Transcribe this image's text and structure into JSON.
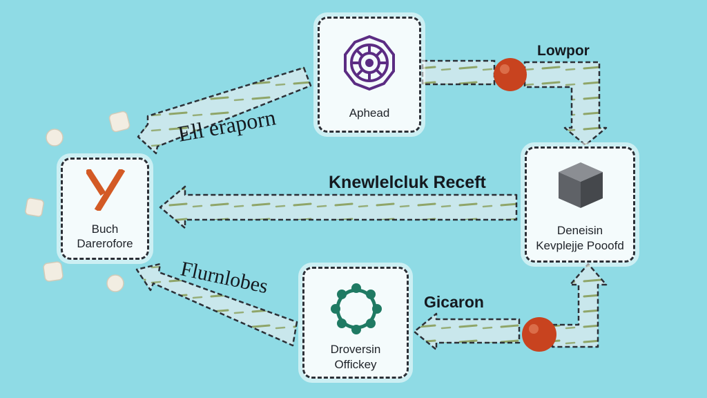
{
  "nodes": {
    "buch": {
      "line1": "Buch",
      "line2": "Darerofore"
    },
    "aphead": {
      "label": "Aphead"
    },
    "deneisin": {
      "line1": "Deneisin",
      "line2": "Kevplejje Pooofd"
    },
    "droversin": {
      "line1": "Droversin",
      "line2": "Offickey"
    }
  },
  "edge_labels": {
    "eraporn": "Ell eraporn",
    "lowpor": "Lowpor",
    "knowledge": "Knewlelcluk Receft",
    "flurnlobes": "Flurnlobes",
    "gicaron": "Gicaron"
  },
  "colors": {
    "background": "#8fdbe5",
    "arrow_fill": "#c9e7ec",
    "arrow_border": "#2b2f36",
    "arrow_streak": "#7c8f3c",
    "buch_icon": "#d35a25",
    "aphead_icon": "#5b2c83",
    "cube_icon": "#6b6e73",
    "ring_icon": "#1f7a63",
    "ball": "#c8431f",
    "pebble": "#f2ede2"
  },
  "icons": {
    "buch": "y-logo-icon",
    "aphead": "gear-network-icon",
    "deneisin": "cube-icon",
    "droversin": "ring-network-icon"
  }
}
